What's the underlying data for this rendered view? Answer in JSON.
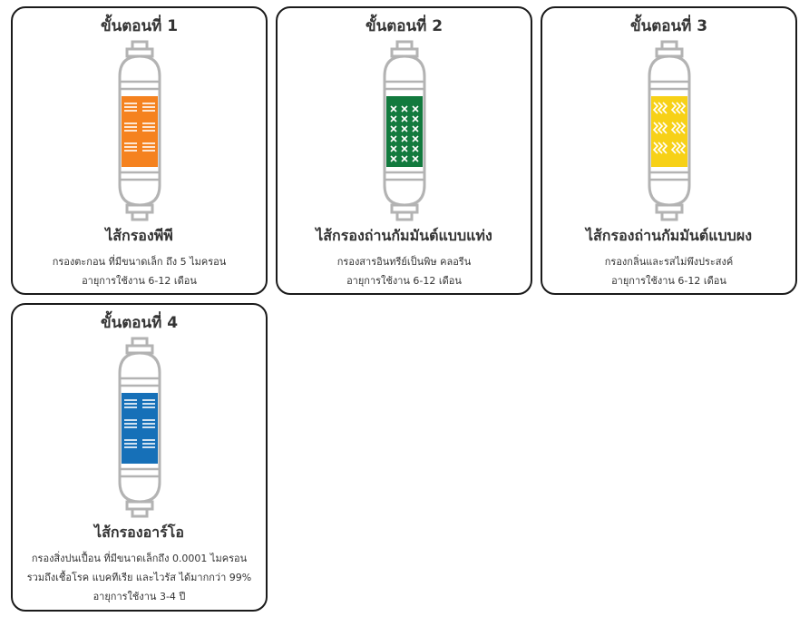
{
  "steps": [
    {
      "title": "ขั้นตอนที่ 1",
      "name": "ไส้กรองพีพี",
      "lines": [
        "กรองตะกอน ที่มีขนาดเล็ก ถึง 5 ไมครอน",
        "อายุการใช้งาน 6-12 เดือน"
      ],
      "color": "#f5821f",
      "pattern": "lines"
    },
    {
      "title": "ขั้นตอนที่ 2",
      "name": "ไส้กรองถ่านกัมมันต์แบบแท่ง",
      "lines": [
        "กรองสารอินทรีย์เป็นพิษ คลอรีน",
        "อายุการใช้งาน 6-12 เดือน"
      ],
      "color": "#127a3e",
      "pattern": "crosses"
    },
    {
      "title": "ขั้นตอนที่ 3",
      "name": "ไส้กรองถ่านกัมมันต์แบบผง",
      "lines": [
        "กรองกลิ่นและรสไม่พึงประสงค์",
        "อายุการใช้งาน 6-12 เดือน"
      ],
      "color": "#f7d117",
      "pattern": "waves"
    },
    {
      "title": "ขั้นตอนที่ 4",
      "name": "ไส้กรองอาร์โอ",
      "lines": [
        "กรองสิ่งปนเปื้อน ที่มีขนาดเล็กถึง 0.0001 ไมครอน",
        "รวมถึงเชื้อโรค แบคทีเรีย และไวรัส ได้มากกว่า 99%",
        "อายุการใช้งาน 3-4 ปี"
      ],
      "color": "#1670b8",
      "pattern": "lines"
    }
  ]
}
